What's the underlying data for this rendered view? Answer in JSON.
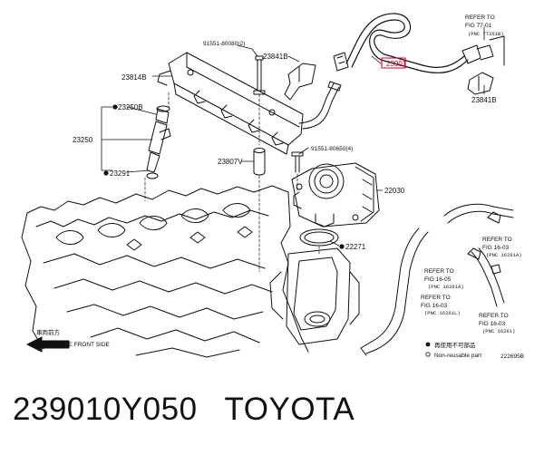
{
  "labels": {
    "p23901": "23901",
    "p91551a": "91551-80080(2)",
    "p23841b_top": "23841B",
    "p23814b": "23814B",
    "p23250b": "23250B",
    "p23250": "23250",
    "p23291": "23291",
    "p23807v": "23807V",
    "p91551b": "91551-80650(4)",
    "p22030": "22030",
    "p22271": "22271",
    "p23841b_right": "23841B",
    "id": "222695B"
  },
  "refs": {
    "r1": {
      "line1": "REFER TO",
      "line2": "FIG 77-01",
      "line3": "(PNC 77251B)"
    },
    "r2": {
      "line1": "REFER TO",
      "line2": "FIG 16-03",
      "line3": "(PNC 16261A)"
    },
    "r3": {
      "line1": "REFER TO",
      "line2": "FIG 16-05",
      "line3": "(PNC 16261A)"
    },
    "r4": {
      "line1": "REFER TO",
      "line2": "FIG 16-03",
      "line3": "(PNC 16261L)"
    },
    "r5": {
      "line1": "REFER TO",
      "line2": "FIG 16-03",
      "line3": "(PNC 16261)"
    }
  },
  "legend": {
    "reuse_cn": "再使用不可部品",
    "reuse_en": "Non-reusable part"
  },
  "front": {
    "cn": "車両前方",
    "en": "VEHICLE FRONT SIDE"
  },
  "caption": {
    "part_number": "239010Y050",
    "brand": "TOYOTA"
  },
  "colors": {
    "highlight": "#d0002a",
    "line": "#111111"
  }
}
